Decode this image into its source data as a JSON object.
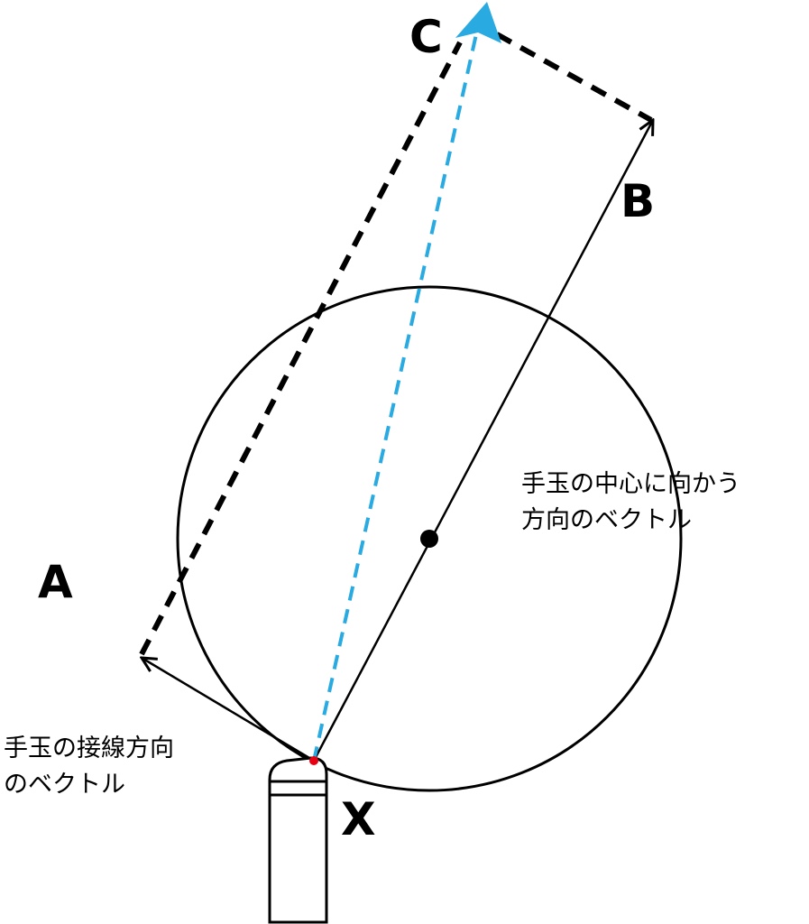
{
  "labels": {
    "point_a": "A",
    "point_b": "B",
    "point_c": "C",
    "point_x": "X"
  },
  "notes": {
    "center_vector_line1": "手玉の中心に向かう",
    "center_vector_line2": "方向のベクトル",
    "tangent_vector_line1": "手玉の接線方向",
    "tangent_vector_line2": "のベクトル"
  },
  "colors": {
    "outline": "#000000",
    "resultant_vector": "#29abe2",
    "contact_point": "#e60012",
    "background": "#ffffff"
  }
}
